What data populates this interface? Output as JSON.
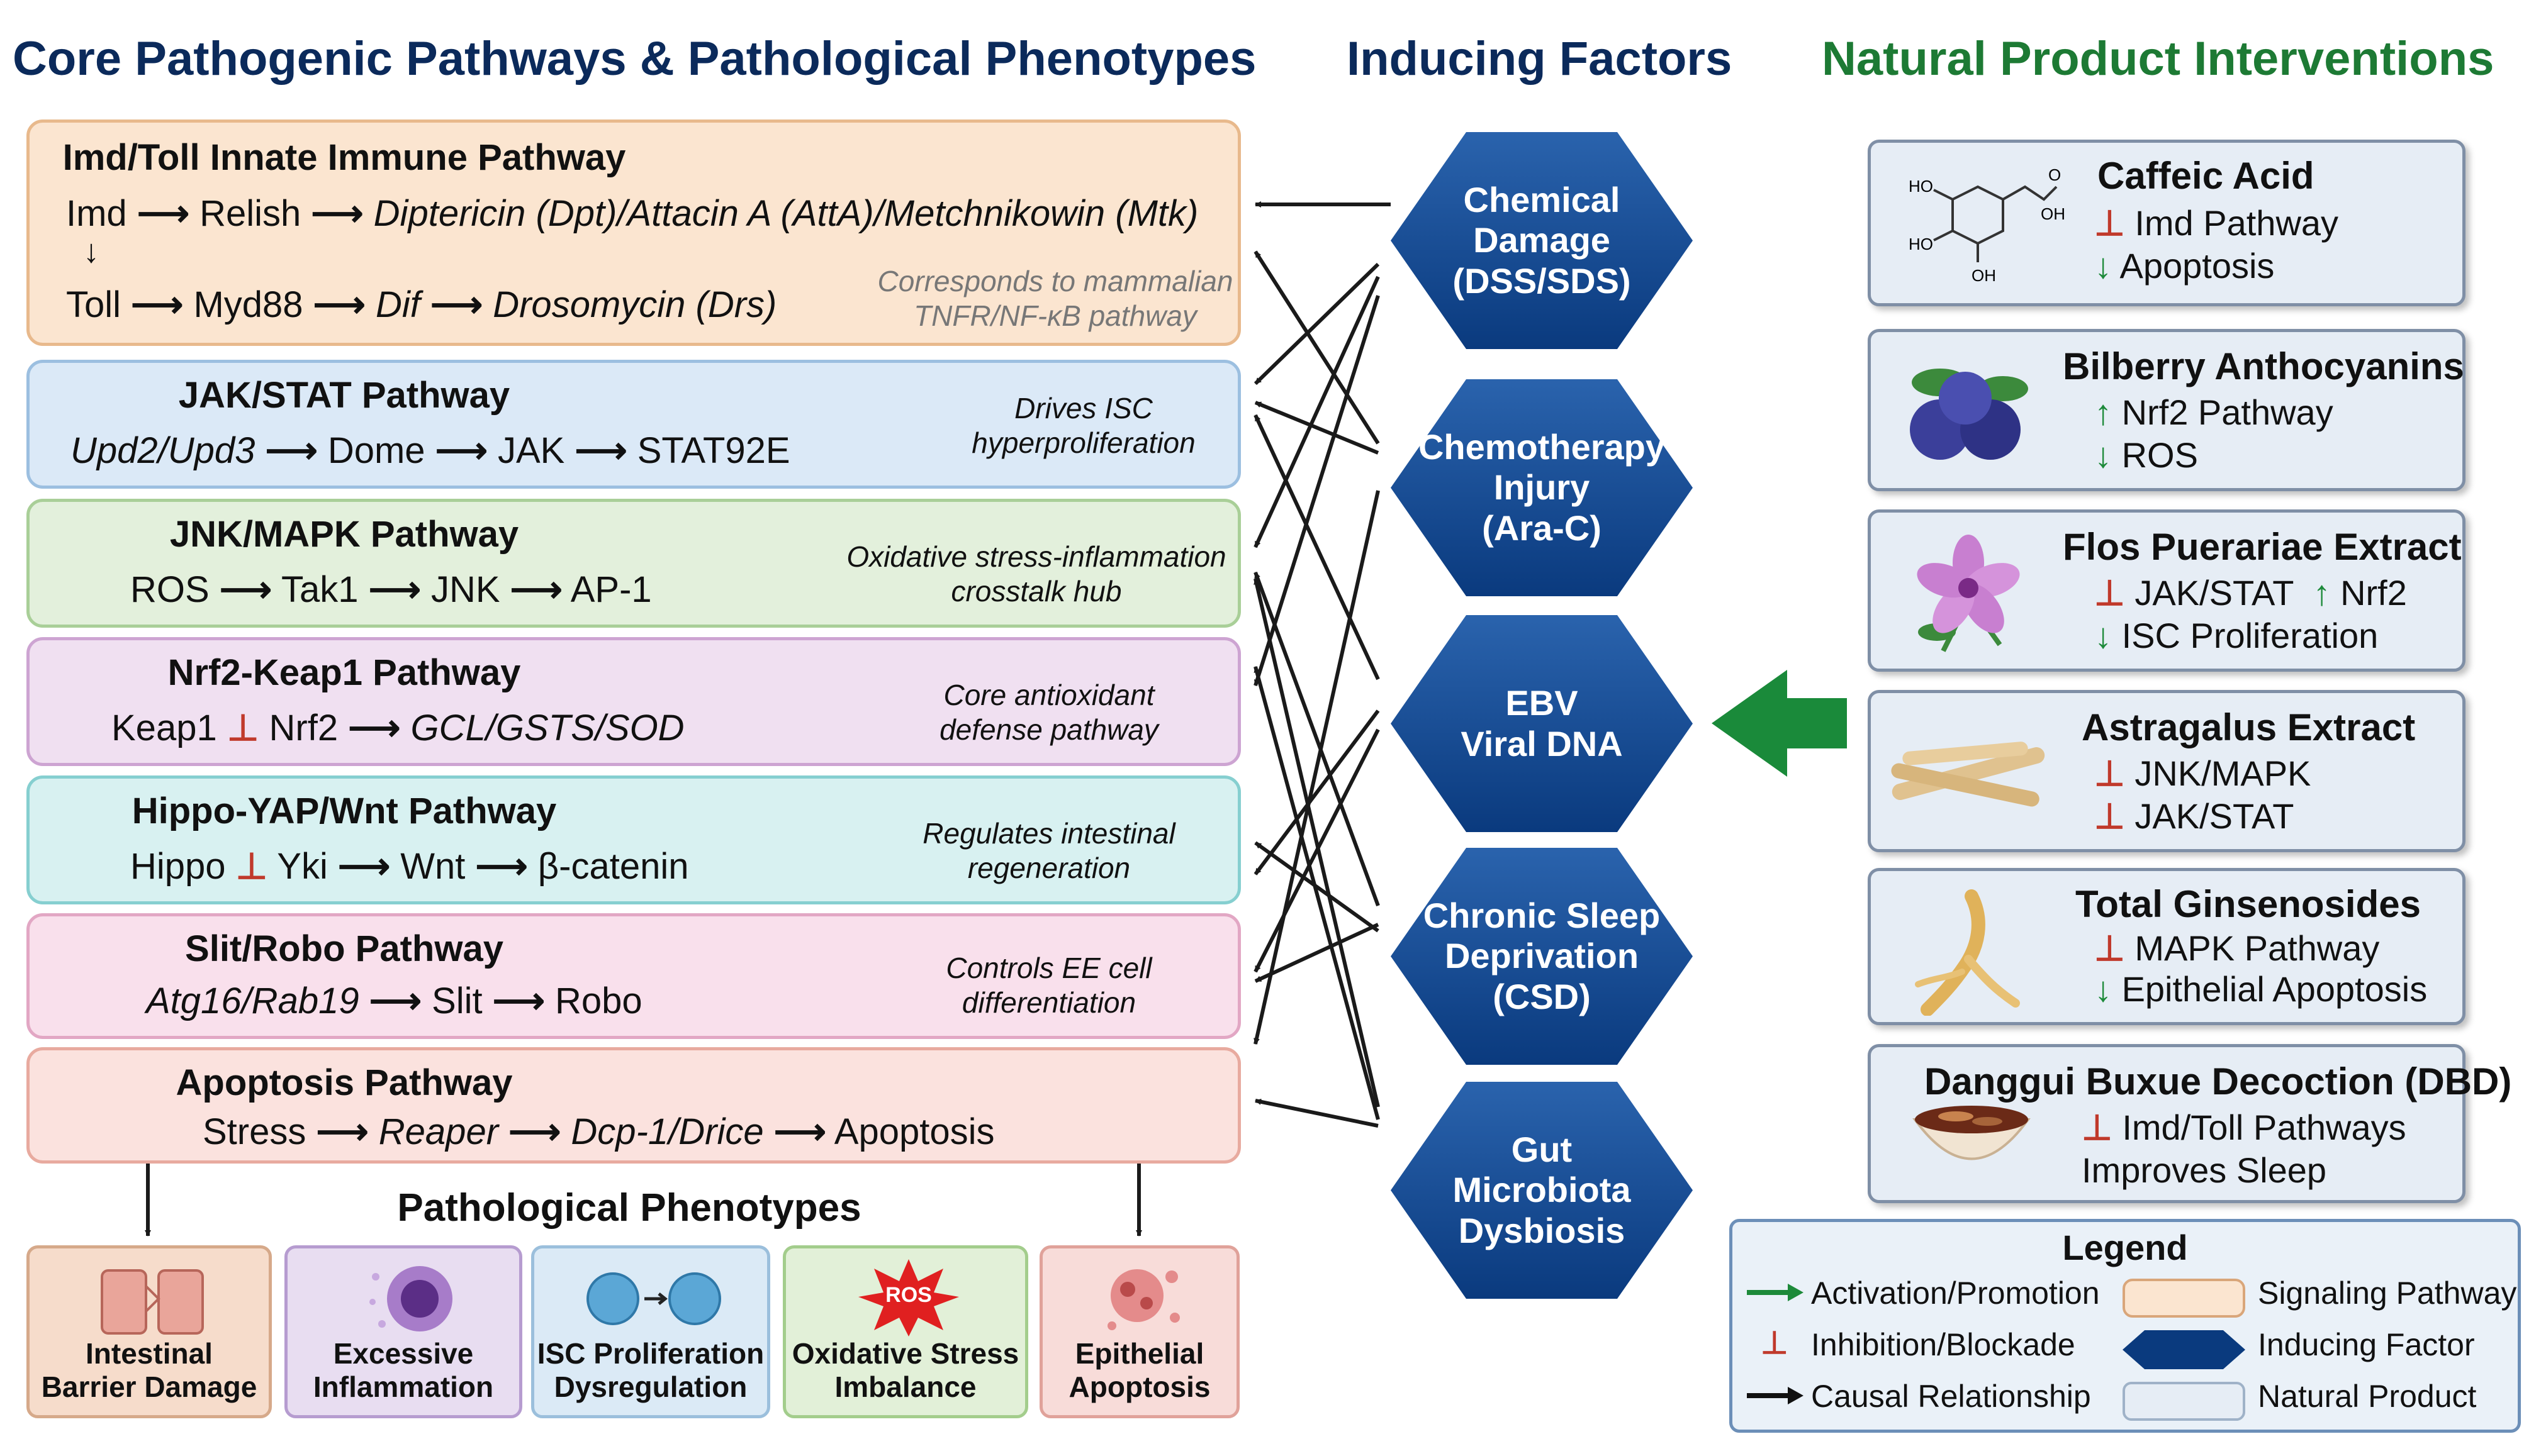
{
  "headers": {
    "pathways": "Core Pathogenic Pathways & Pathological Phenotypes",
    "factors": "Inducing Factors",
    "interventions": "Natural Product Interventions"
  },
  "colors": {
    "factor_hex": "#0a3a7e",
    "pathway_titles": "#0b2a5b",
    "interventions_title": "#1d7a34",
    "activation": "#1d8a3a",
    "inhibition": "#c0392b"
  },
  "pathways": [
    {
      "title": "Imd/Toll Innate Immune Pathway",
      "line1": [
        "Imd",
        "Relish",
        "Diptericin (Dpt)/Attacin A (AttA)/Metchnikowin (Mtk)"
      ],
      "line2": [
        "Toll",
        "Myd88",
        "Dif",
        "Drosomycin (Drs)"
      ],
      "note": [
        "Corresponds to mammalian",
        "TNFR/NF-κB pathway"
      ]
    },
    {
      "title": "JAK/STAT Pathway",
      "chain": [
        "Upd2/Upd3",
        "Dome",
        "JAK",
        "STAT92E"
      ],
      "note": [
        "Drives ISC",
        "hyperproliferation"
      ]
    },
    {
      "title": "JNK/MAPK Pathway",
      "chain": [
        "ROS",
        "Tak1",
        "JNK",
        "AP-1"
      ],
      "note": [
        "Oxidative stress-inflammation",
        "crosstalk hub"
      ]
    },
    {
      "title": "Nrf2-Keap1 Pathway",
      "chain": [
        "Keap1",
        "Nrf2",
        "GCL/GSTS/SOD"
      ],
      "note": [
        "Core antioxidant",
        "defense pathway"
      ]
    },
    {
      "title": "Hippo-YAP/Wnt Pathway",
      "chain": [
        "Hippo",
        "Yki",
        "Wnt",
        "β-catenin"
      ],
      "note": [
        "Regulates intestinal",
        "regeneration"
      ]
    },
    {
      "title": "Slit/Robo Pathway",
      "chain": [
        "Atg16/Rab19",
        "Slit",
        "Robo"
      ],
      "note": [
        "Controls EE cell",
        "differentiation"
      ]
    },
    {
      "title": "Apoptosis Pathway",
      "chain": [
        "Stress",
        "Reaper",
        "Dcp-1/Drice",
        "Apoptosis"
      ]
    }
  ],
  "phenotypes": {
    "title": "Pathological Phenotypes",
    "items": [
      {
        "line1": "Intestinal",
        "line2": "Barrier Damage"
      },
      {
        "line1": "Excessive",
        "line2": "Inflammation"
      },
      {
        "line1": "ISC Proliferation",
        "line2": "Dysregulation"
      },
      {
        "line1": "Oxidative Stress",
        "line2": "Imbalance",
        "badge": "ROS"
      },
      {
        "line1": "Epithelial",
        "line2": "Apoptosis"
      }
    ]
  },
  "factors": [
    {
      "lines": [
        "Chemical",
        "Damage",
        "(DSS/SDS)"
      ]
    },
    {
      "lines": [
        "Chemotherapy",
        "Injury",
        "(Ara-C)"
      ]
    },
    {
      "lines": [
        "EBV",
        "Viral DNA"
      ]
    },
    {
      "lines": [
        "Chronic Sleep",
        "Deprivation",
        "(CSD)"
      ]
    },
    {
      "lines": [
        "Gut",
        "Microbiota",
        "Dysbiosis"
      ]
    }
  ],
  "products": [
    {
      "name": "Caffeic Acid",
      "effects": [
        {
          "sym": "⊥",
          "text": "Imd Pathway"
        },
        {
          "sym": "↓",
          "text": "Apoptosis"
        }
      ],
      "structure_labels": [
        "HO",
        "OH",
        "HO",
        "OH",
        "O"
      ]
    },
    {
      "name": "Bilberry Anthocyanins",
      "effects": [
        {
          "sym": "↑",
          "text": "Nrf2 Pathway"
        },
        {
          "sym": "↓",
          "text": "ROS"
        }
      ]
    },
    {
      "name": "Flos Puerariae Extract",
      "effects": [
        {
          "sym": "⊥",
          "text": "JAK/STAT",
          "sym2": "↑",
          "text2": "Nrf2"
        },
        {
          "sym": "↓",
          "text": "ISC Proliferation"
        }
      ]
    },
    {
      "name": "Astragalus Extract",
      "effects": [
        {
          "sym": "⊥",
          "text": "JNK/MAPK"
        },
        {
          "sym": "⊥",
          "text": "JAK/STAT"
        }
      ]
    },
    {
      "name": "Total Ginsenosides",
      "effects": [
        {
          "sym": "⊥",
          "text": "MAPK Pathway"
        },
        {
          "sym": "↓",
          "text": "Epithelial Apoptosis"
        }
      ]
    },
    {
      "name": "Danggui Buxue Decoction (DBD)",
      "effects": [
        {
          "sym": "⊥",
          "text": "Imd/Toll Pathways"
        },
        {
          "sym": "",
          "text": "Improves Sleep"
        }
      ]
    }
  ],
  "legend": {
    "title": "Legend",
    "items": [
      "Activation/Promotion",
      "Inhibition/Blockade",
      "Causal Relationship",
      "Signaling Pathway",
      "Inducing Factor",
      "Natural Product"
    ]
  }
}
